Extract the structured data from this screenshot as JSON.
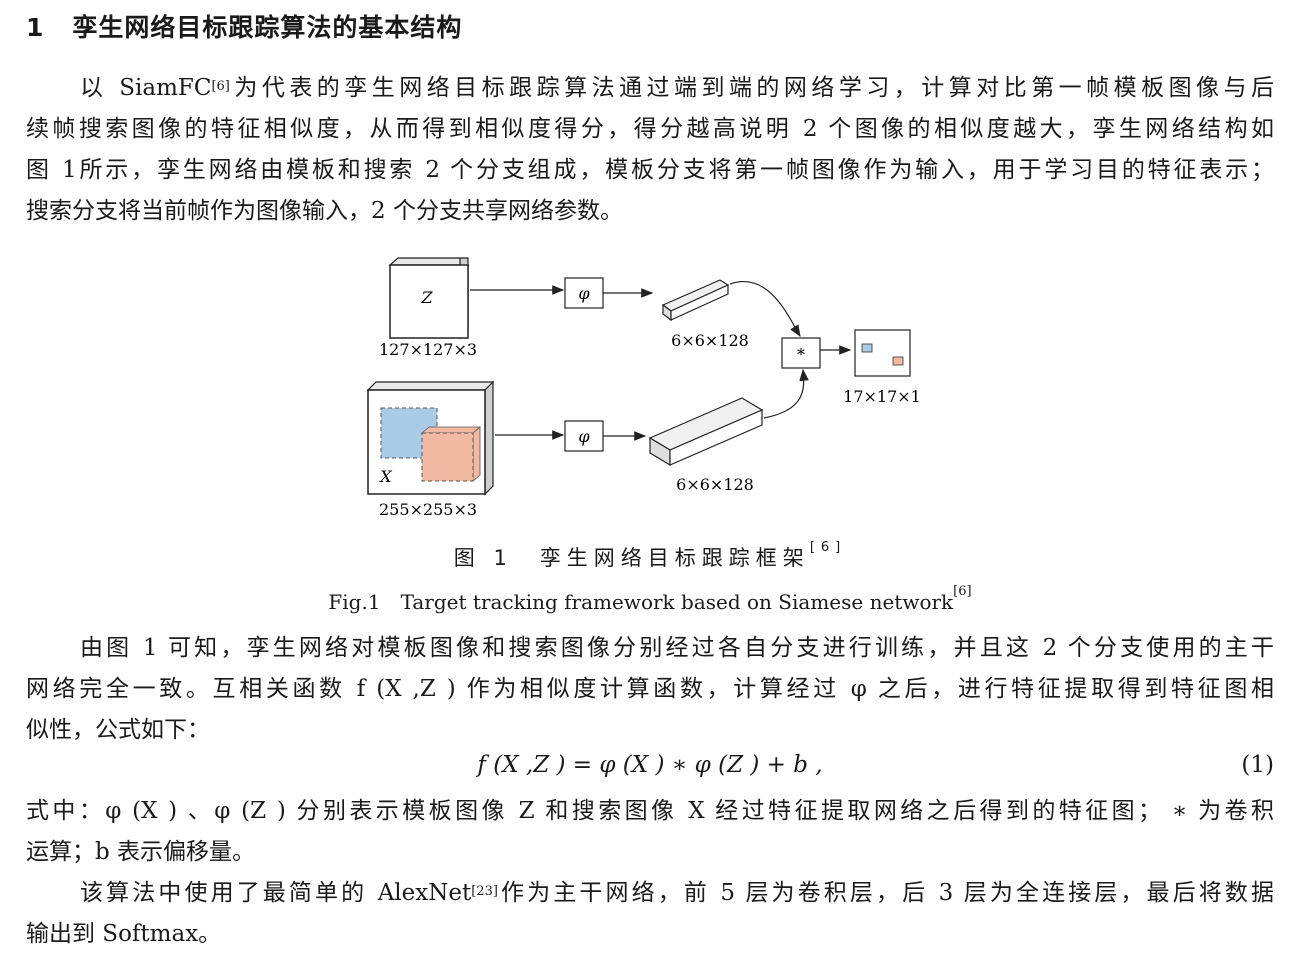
{
  "section": {
    "number": "1",
    "title": "孪生网络目标跟踪算法的基本结构"
  },
  "para1": {
    "l1a": "以 SiamFC",
    "l1ref": "[6]",
    "l1b": "为代表的孪生网络目标跟踪算法通过端到端的网络学习，计算对比第一帧模板图像与后",
    "l2": "续帧搜索图像的特征相似度，从而得到相似度得分，得分越高说明 2 个图像的相似度越大，孪生网络结构如",
    "l3": "图 1所示，孪生网络由模板和搜索 2 个分支组成，模板分支将第一帧图像作为输入，用于学习目的特征表示；",
    "l4": "搜索分支将当前帧作为图像输入，2 个分支共享网络参数。"
  },
  "figure": {
    "z_label": "Z",
    "z_size": "127×127×3",
    "x_label": "X",
    "x_size": "255×255×3",
    "phi": "φ",
    "feat_top": "6×6×128",
    "feat_bottom": "6×6×128",
    "op": "*",
    "out_size": "17×17×1",
    "colors": {
      "blue": "#a9cbe6",
      "salmon": "#f1b9a1"
    }
  },
  "caption": {
    "cn": "图 1　孪生网络目标跟踪框架",
    "cn_ref": "[6]",
    "en": "Fig.1　Target tracking framework based on Siamese network",
    "en_ref": "[6]"
  },
  "para2": {
    "l1": "由图 1 可知，孪生网络对模板图像和搜索图像分别经过各自分支进行训练，并且这 2 个分支使用的主干",
    "l2": "网络完全一致。互相关函数 f (X ,Z ) 作为相似度计算函数，计算经过 φ 之后，进行特征提取得到特征图相",
    "l3": "似性，公式如下："
  },
  "equation": {
    "text": "f (X ,Z ) = φ (X )  ∗ φ (Z ) + b  ,",
    "number": "(1)"
  },
  "para3": {
    "l1": "式中：φ (X ) 、φ (Z ) 分别表示模板图像 Z 和搜索图像 X 经过特征提取网络之后得到的特征图； ∗ 为卷积",
    "l2": "运算；b 表示偏移量。"
  },
  "para4": {
    "l1a": "该算法中使用了最简单的 AlexNet",
    "l1ref": "[23]",
    "l1b": "作为主干网络，前 5 层为卷积层，后 3 层为全连接层，最后将数据",
    "l2": "输出到 Softmax。"
  }
}
